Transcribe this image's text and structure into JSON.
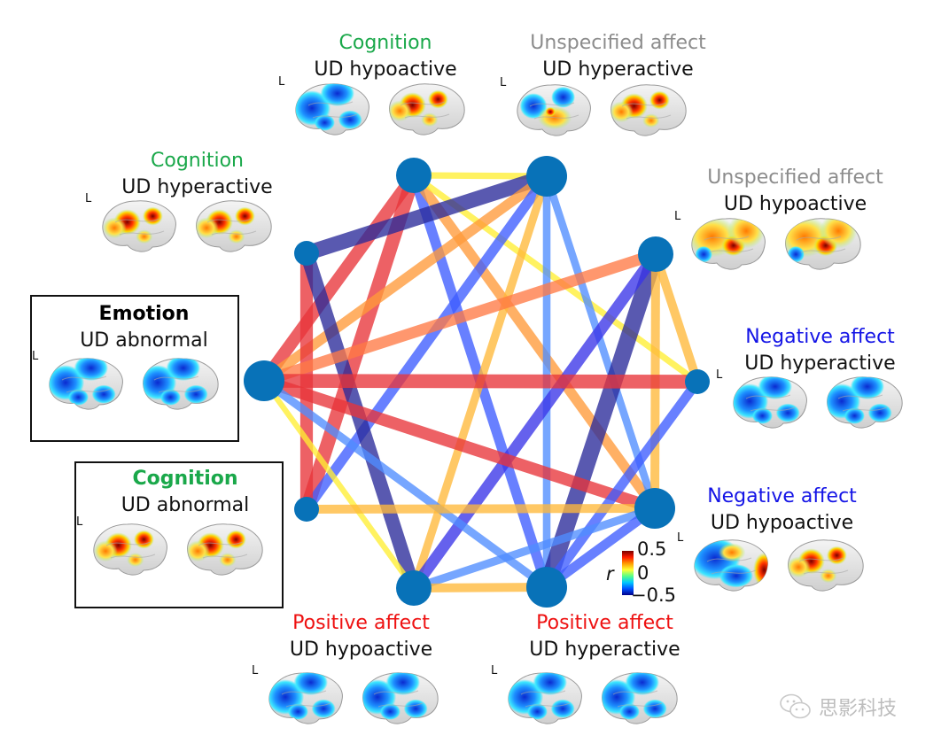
{
  "figure": {
    "colorbar": {
      "symbol": "r",
      "max_label": "0.5",
      "mid_label": "0",
      "min_label": "−0.5",
      "range": [
        -0.5,
        0.5
      ]
    },
    "hemisphere_marker": "L",
    "watermark": {
      "icon": "wechat-icon",
      "text": "思影科技"
    },
    "category_colors": {
      "Cognition": "#1aa84a",
      "Unspecified affect": "#8c8c8c",
      "Emotion": "#000000",
      "Negative affect": "#1414e6",
      "Positive affect": "#ee1111"
    }
  },
  "nodes": [
    {
      "id": "cog_hypo",
      "category": "Cognition",
      "state": "UD hypoactive",
      "boxed": false,
      "size": "medium"
    },
    {
      "id": "unspec_hyper",
      "category": "Unspecified affect",
      "state": "UD hyperactive",
      "boxed": false,
      "size": "large"
    },
    {
      "id": "cog_hyper",
      "category": "Cognition",
      "state": "UD hyperactive",
      "boxed": false,
      "size": "small"
    },
    {
      "id": "unspec_hypo",
      "category": "Unspecified affect",
      "state": "UD hypoactive",
      "boxed": false,
      "size": "medium"
    },
    {
      "id": "emotion_abn",
      "category": "Emotion",
      "state": "UD abnormal",
      "boxed": true,
      "size": "large"
    },
    {
      "id": "neg_hyper",
      "category": "Negative affect",
      "state": "UD hyperactive",
      "boxed": false,
      "size": "small"
    },
    {
      "id": "cog_abn",
      "category": "Cognition",
      "state": "UD abnormal",
      "boxed": true,
      "size": "small"
    },
    {
      "id": "neg_hypo",
      "category": "Negative affect",
      "state": "UD hypoactive",
      "boxed": false,
      "size": "large"
    },
    {
      "id": "pos_hypo",
      "category": "Positive affect",
      "state": "UD hypoactive",
      "boxed": false,
      "size": "medium"
    },
    {
      "id": "pos_hyper",
      "category": "Positive affect",
      "state": "UD hyperactive",
      "boxed": false,
      "size": "large"
    }
  ],
  "edges": [
    {
      "a": "cog_hypo",
      "b": "unspec_hyper",
      "r": 0.15
    },
    {
      "a": "cog_hypo",
      "b": "emotion_abn",
      "r": 0.4
    },
    {
      "a": "cog_hypo",
      "b": "cog_abn",
      "r": 0.45
    },
    {
      "a": "cog_hypo",
      "b": "pos_hyper",
      "r": -0.3
    },
    {
      "a": "cog_hypo",
      "b": "neg_hypo",
      "r": 0.3
    },
    {
      "a": "cog_hypo",
      "b": "neg_hyper",
      "r": 0.15
    },
    {
      "a": "unspec_hyper",
      "b": "cog_hyper",
      "r": -0.5
    },
    {
      "a": "unspec_hyper",
      "b": "emotion_abn",
      "r": 0.3
    },
    {
      "a": "unspec_hyper",
      "b": "cog_abn",
      "r": -0.3
    },
    {
      "a": "unspec_hyper",
      "b": "pos_hypo",
      "r": 0.22
    },
    {
      "a": "unspec_hyper",
      "b": "pos_hyper",
      "r": -0.2
    },
    {
      "a": "unspec_hyper",
      "b": "neg_hypo",
      "r": -0.2
    },
    {
      "a": "cog_hyper",
      "b": "cog_abn",
      "r": 0.4
    },
    {
      "a": "cog_hyper",
      "b": "pos_hypo",
      "r": -0.45
    },
    {
      "a": "unspec_hypo",
      "b": "emotion_abn",
      "r": 0.35
    },
    {
      "a": "unspec_hypo",
      "b": "pos_hyper",
      "r": -0.55
    },
    {
      "a": "unspec_hypo",
      "b": "pos_hypo",
      "r": -0.35
    },
    {
      "a": "unspec_hypo",
      "b": "neg_hypo",
      "r": 0.25
    },
    {
      "a": "unspec_hypo",
      "b": "neg_hyper",
      "r": 0.25
    },
    {
      "a": "emotion_abn",
      "b": "neg_hyper",
      "r": 0.45
    },
    {
      "a": "emotion_abn",
      "b": "neg_hypo",
      "r": 0.38
    },
    {
      "a": "emotion_abn",
      "b": "pos_hypo",
      "r": 0.12
    },
    {
      "a": "emotion_abn",
      "b": "pos_hyper",
      "r": -0.22
    },
    {
      "a": "neg_hyper",
      "b": "pos_hyper",
      "r": -0.28
    },
    {
      "a": "cog_abn",
      "b": "neg_hypo",
      "r": 0.25
    },
    {
      "a": "neg_hypo",
      "b": "pos_hypo",
      "r": -0.22
    },
    {
      "a": "neg_hypo",
      "b": "pos_hyper",
      "r": -0.28
    },
    {
      "a": "pos_hypo",
      "b": "pos_hyper",
      "r": 0.25
    }
  ]
}
